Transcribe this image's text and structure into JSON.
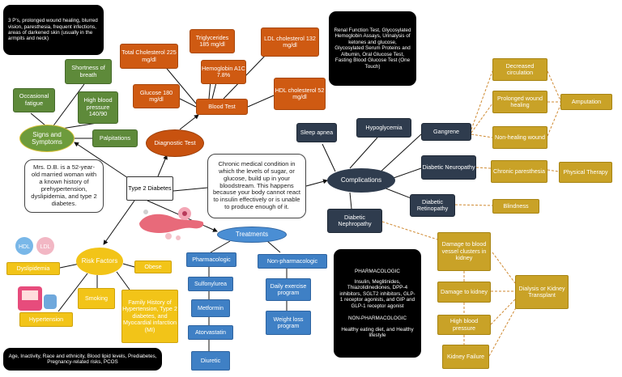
{
  "center": {
    "label": "Type 2 Diabetes"
  },
  "patient": {
    "text": "Mrs. D.B. is a 52-year-old married woman with a known history of prehypertension, dyslipidemia, and type 2 diabetes."
  },
  "definition": {
    "text": "Chronic medical condition in which the levels of sugar, or glucose, build up in your bloodstream. This happens because your body cannot react to insulin effectively or is unable to produce enough of it."
  },
  "signs": {
    "label": "Signs and Symptoms",
    "items": [
      "Shortness of breath",
      "Occasional fatigue",
      "High blood pressure 140/90",
      "Palpitations"
    ],
    "other": "3 P's, prolonged wound healing, blurred vision, paresthesia, frequent infections, areas of darkened skin (usually in the armpits and neck)"
  },
  "diagnostic": {
    "label": "Diagnostic Test",
    "blood_test": "Blood Test",
    "labs": [
      "Total Cholesterol 225 mg/dl",
      "Triglycerides 185 mg/dl",
      "LDL cholesterol 132 mg/dl",
      "Hemoglobin A1C 7.8%",
      "Glucose 180 mg/dl",
      "HDL cholesterol 52 mg/dl"
    ],
    "other": "Renal Function Test, Glycosylated Hemoglobin Assays, Urinalysis of ketones and glucose, Glycosylated Serum Proteins and Albumin, Oral Glucose Test, Fasting Blood Glucose Test (One Touch)"
  },
  "complications": {
    "label": "Complications",
    "items": [
      "Sleep apnea",
      "Hypoglycemia",
      "Gangrene",
      "Diabetic Neuropathy",
      "Diabetic Retinopathy",
      "Diabetic Nephropathy"
    ],
    "gangrene": [
      "Decreased circulation",
      "Prolonged wound healing",
      "Non-healing wound"
    ],
    "amputation": "Amputation",
    "neuropathy": "Chronic paresthesia",
    "therapy": "Physical Therapy",
    "retinopathy": "Blindness",
    "nephropathy": [
      "Damage to blood vessel clusters in kidney",
      "Damage to kidney",
      "High blood pressure",
      "Kidney Failure"
    ],
    "dialysis": "Dialysis or Kidney Transplant"
  },
  "treatments": {
    "label": "Treatments",
    "pharm_label": "Pharmacologic",
    "pharm": [
      "Sulfonylurea",
      "Metformin",
      "Atorvastatin",
      "Diuretic"
    ],
    "nonpharm_label": "Non-pharmacologic",
    "nonpharm": [
      "Daily exercise program",
      "Weight loss program"
    ],
    "box_title1": "PHARMACOLOGIC",
    "box_text1": "Insulin, Meglitinides, Thiazolidinediones, DPP-4 inhibitors, SGLT2 inhibitors, GLP-1 receptor agonists, and GIP and GLP-1 receptor agonist",
    "box_title2": "NON-PHARMACOLOGIC",
    "box_text2": "Healthy eating diet, and Healthy lifestyle"
  },
  "risk": {
    "label": "Risk Factors",
    "items": [
      "Dyslipidemia",
      "Obese",
      "Smoking",
      "Hypertension",
      "Family History of Hypertension, Type 2 diabetes, and Myocardial infarction (MI)"
    ],
    "other": "Age, Inactivity, Race and ethnicity, Blood lipid levels, Prediabetes, Pregnancy-related risks, PCOS"
  },
  "icons": {
    "hdl": "HDL",
    "ldl": "LDL"
  },
  "colors": {
    "green": "#6d9b3c",
    "orange": "#cf5a12",
    "navy": "#2f3c4e",
    "gold": "#c9a227",
    "blue": "#3f80c5",
    "yellow": "#f2c418"
  }
}
